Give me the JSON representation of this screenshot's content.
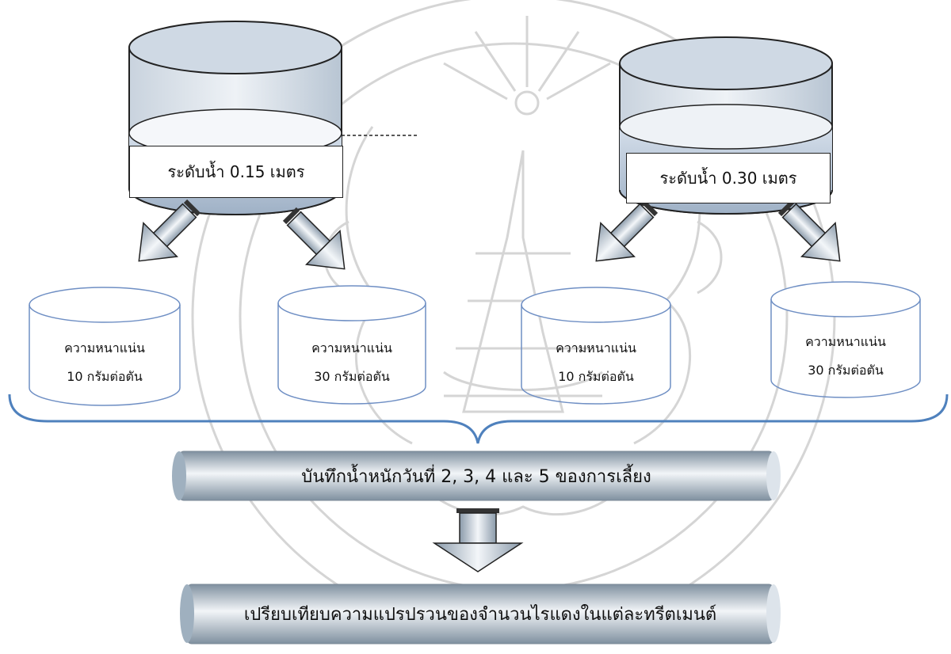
{
  "source_tanks": [
    {
      "label": "ระดับน้ำ  0.15 เมตร"
    },
    {
      "label": "ระดับน้ำ  0.30 เมตร"
    }
  ],
  "treatments": [
    {
      "line1": "ความหนาแน่น",
      "line2": "10 กรัมต่อตัน"
    },
    {
      "line1": "ความหนาแน่น",
      "line2": "30 กรัมต่อตัน"
    },
    {
      "line1": "ความหนาแน่น",
      "line2": "10 กรัมต่อตัน"
    },
    {
      "line1": "ความหนาแน่น",
      "line2": "30 กรัมต่อตัน"
    }
  ],
  "steps": [
    {
      "label": "บันทึกน้ำหนักวันที่ 2, 3, 4  และ 5 ของการเลี้ยง"
    },
    {
      "label": "เปรียบเทียบความแปรปรวนของจำนวนไรแดงในแต่ละทรีตเมนต์"
    }
  ],
  "colors": {
    "outline": "#222222",
    "water": "#b7c6d8",
    "brace": "#4f81bd",
    "dish_outline": "#6f8fc4",
    "bar_dark": "#8a9aa8",
    "bar_light": "#e6ecf2",
    "watermark": "#c4c4c4"
  },
  "icons": [
    "university-seal-watermark",
    "arrow-down-left-icon",
    "arrow-down-right-icon",
    "arrow-down-icon"
  ]
}
